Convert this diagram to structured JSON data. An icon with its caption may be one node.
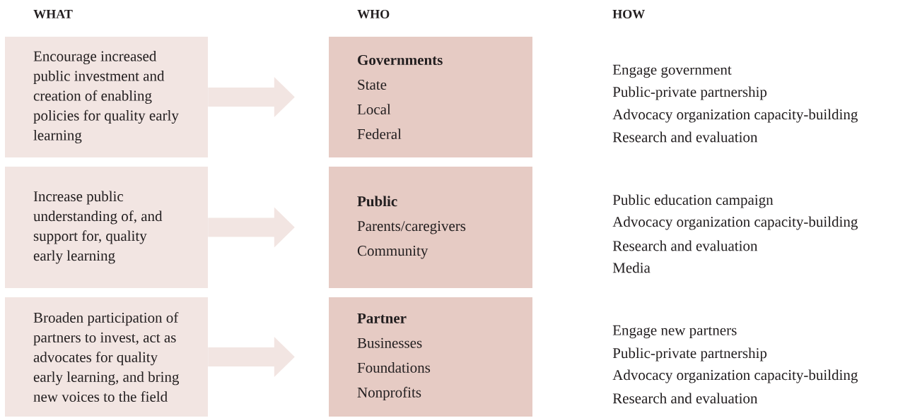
{
  "diagram": {
    "nodes": [
      {
        "text": [
          "Encourage increased public investment and creation of enabling policies for quality early learning"
        ]
      },
      {
        "text": [
          "Governments",
          "State",
          "Local",
          "Federal"
        ]
      },
      {
        "text": [
          "Increase public understanding of, and support for, quality early learning"
        ]
      },
      {
        "text": [
          "Public",
          "Parents/caregivers",
          "Community"
        ]
      },
      {
        "text": [
          "Broaden participation of partners to invest, act as advocates for quality early learning, and bring new voices to the field"
        ]
      },
      {
        "text": [
          "Partner",
          "Businesses",
          "Foundations",
          "Nonprofits"
        ]
      }
    ],
    "edges": [
      {
        "from": 0,
        "to": 1,
        "arrow": "to"
      },
      {
        "from": 2,
        "to": 3,
        "arrow": "to"
      },
      {
        "from": 4,
        "to": 5,
        "arrow": "to"
      }
    ],
    "labels": [
      "WHAT",
      "WHO",
      "HOW",
      "Engage government",
      "Public-private partnership",
      "Advocacy organization capacity-building",
      "Research and evaluation",
      "Public education campaign",
      "Advocacy organization capacity-building",
      "Research and evaluation",
      "Media",
      "Engage new partners",
      "Public-private partnership",
      "Advocacy organization capacity-building",
      "Research and evaluation"
    ]
  }
}
